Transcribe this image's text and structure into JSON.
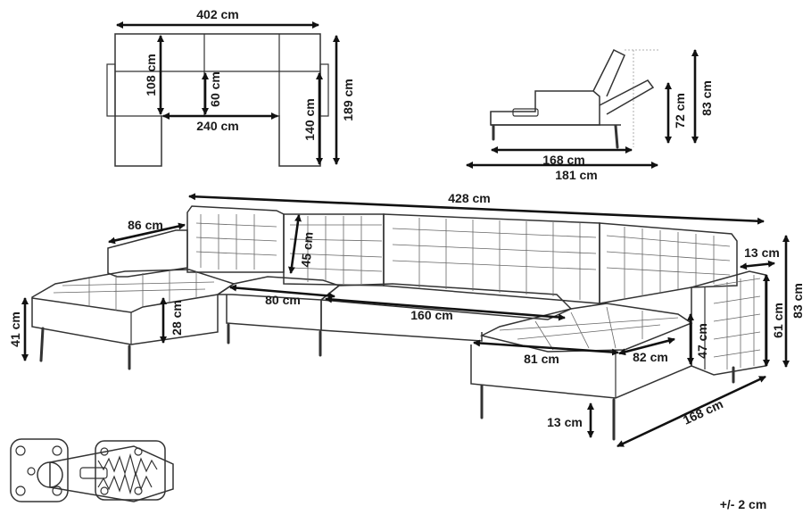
{
  "top_view": {
    "width": "402 cm",
    "depth_back": "108 cm",
    "seat_depth": "60 cm",
    "inner_width": "240 cm",
    "chaise_inner": "140 cm",
    "total_depth": "189 cm"
  },
  "side_view": {
    "length_short": "168 cm",
    "length_long": "181 cm",
    "height_low": "72 cm",
    "height_high": "83 cm"
  },
  "main_view": {
    "total_length": "428 cm",
    "left_arm_depth": "86 cm",
    "back_height": "45 cm",
    "arm_width": "13 cm",
    "overall_height": "83 cm",
    "arm_height": "61 cm",
    "seat_height": "47 cm",
    "chaise_height_left": "41 cm",
    "chaise_cushion": "28 cm",
    "seat_80": "80 cm",
    "seat_160": "160 cm",
    "chaise_width": "81 cm",
    "chaise_depth": "82 cm",
    "leg_height": "13 cm",
    "chaise_length": "168 cm"
  },
  "tolerance": "+/- 2 cm"
}
